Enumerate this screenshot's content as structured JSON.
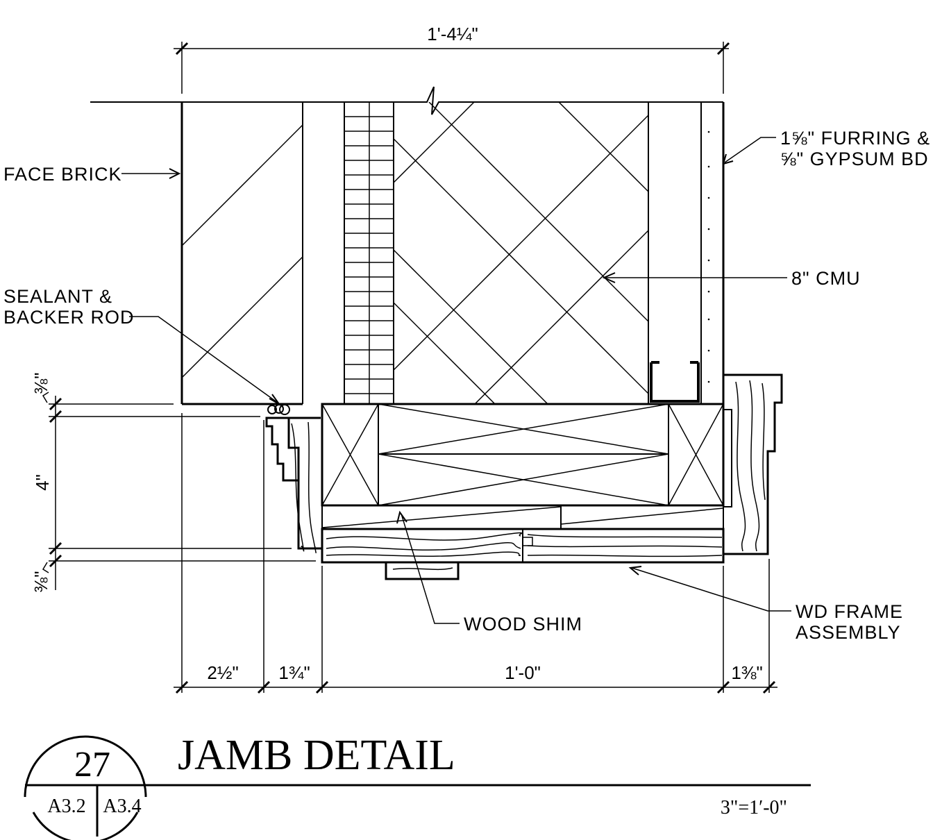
{
  "drawing": {
    "title": "JAMB DETAIL",
    "scale": "3\"=1′-0\"",
    "detail_number": "27",
    "sheet_refs": [
      "A3.2",
      "A3.4"
    ]
  },
  "labels": {
    "face_brick": "FACE BRICK",
    "sealant_line1": "SEALANT &",
    "sealant_line2": "BACKER ROD",
    "furring_line1": "1⅝\" FURRING &",
    "furring_line2": "⅝\" GYPSUM BD",
    "cmu": "8\" CMU",
    "wood_shim": "WOOD SHIM",
    "wd_frame_line1": "WD FRAME",
    "wd_frame_line2": "ASSEMBLY"
  },
  "dimensions": {
    "overall": "1'-4¼\"",
    "bottom": [
      "2½\"",
      "1¾\"",
      "1'-0\"",
      "1⅜\""
    ],
    "left": [
      "⅜\"",
      "4\"",
      "⅜\""
    ]
  }
}
